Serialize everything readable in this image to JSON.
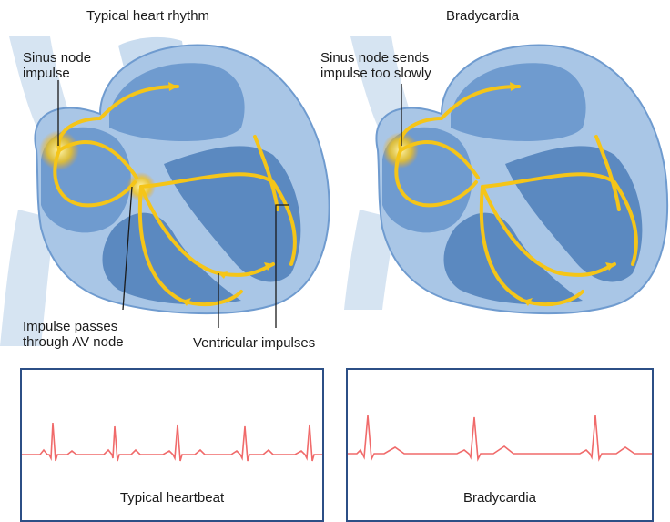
{
  "panels": {
    "normal": {
      "title": "Typical heart rhythm",
      "sinus_label": "Sinus node\nimpulse",
      "av_label": "Impulse passes\nthrough AV node",
      "ventricular_label": "Ventricular impulses"
    },
    "brady": {
      "title": "Bradycardia",
      "sinus_label": "Sinus node sends\nimpulse too slowly"
    }
  },
  "ecg": {
    "normal_caption": "Typical heartbeat",
    "brady_caption": "Bradycardia"
  },
  "colors": {
    "heart_light": "#c9dcef",
    "heart_mid": "#8fb4dc",
    "heart_dark": "#5b89c0",
    "impulse": "#f5c518",
    "ecg_line": "#f06a6a",
    "ecg_border": "#2c4f86"
  }
}
